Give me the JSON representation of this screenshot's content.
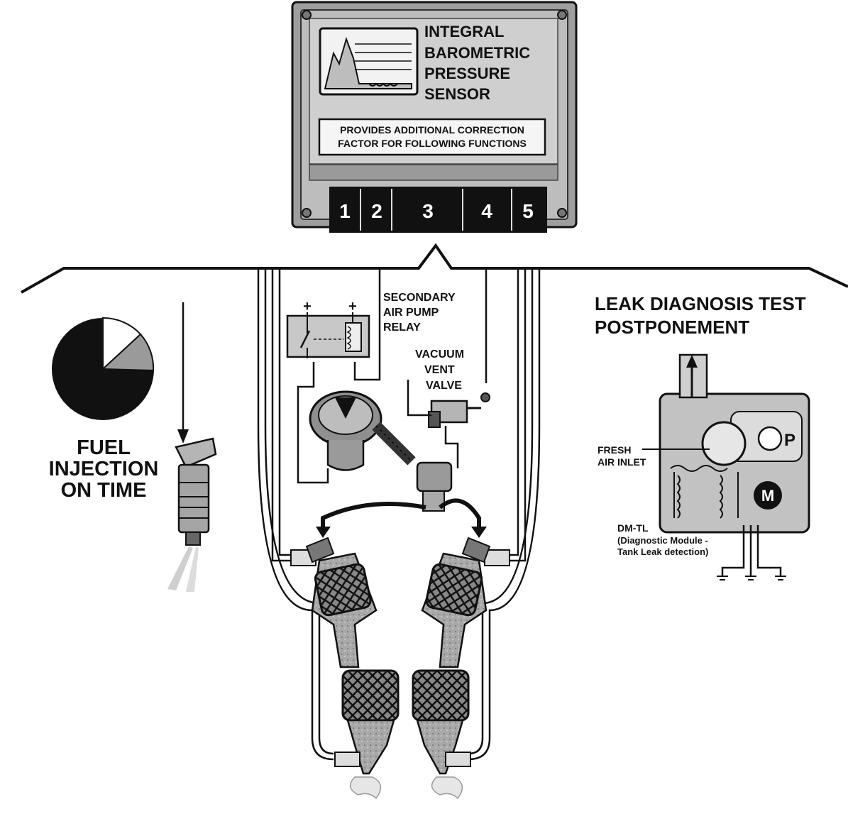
{
  "ecm": {
    "title_lines": [
      "INTEGRAL",
      "BAROMETRIC",
      "PRESSURE",
      "SENSOR"
    ],
    "note_lines": [
      "PROVIDES ADDITIONAL CORRECTION",
      "FACTOR FOR FOLLOWING FUNCTIONS"
    ],
    "pins": [
      "1",
      "2",
      "3",
      "4",
      "5"
    ]
  },
  "fuel_injection": {
    "label_lines": [
      "FUEL",
      "INJECTION",
      "ON TIME"
    ]
  },
  "secondary_air": {
    "relay_label_lines": [
      "SECONDARY",
      "AIR PUMP",
      "RELAY"
    ],
    "relay_terminals": [
      "+",
      "+"
    ],
    "valve_label_lines": [
      "VACUUM",
      "VENT",
      "VALVE"
    ]
  },
  "leak_diagnosis": {
    "title_lines": [
      "LEAK DIAGNOSIS TEST",
      "POSTPONEMENT"
    ],
    "fresh_air_lines": [
      "FRESH",
      "AIR INLET"
    ],
    "pressure_symbol": "P",
    "motor_symbol": "M",
    "module_lines": [
      "DM-TL",
      "(Diagnostic Module -",
      "Tank Leak detection)"
    ]
  },
  "colors": {
    "ink": "#111111",
    "panel": "#b8b8b8",
    "panel_dark": "#8c8c8c",
    "catalyst": "#9a9a9a",
    "pin_block": "#111111"
  }
}
